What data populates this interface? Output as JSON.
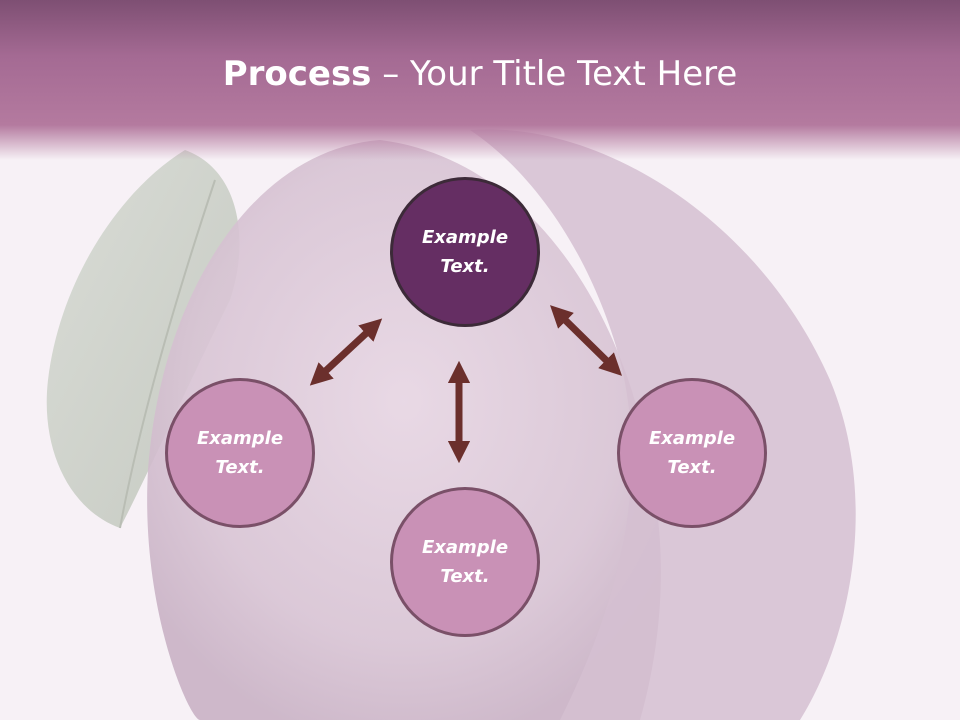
{
  "slide": {
    "title_bold": "Process",
    "title_rest": " – Your Title Text Here"
  },
  "nodes": {
    "top": "Example Text.",
    "left": "Example Text.",
    "bottom": "Example Text.",
    "right": "Example Text."
  },
  "colors": {
    "header": "#a46a93",
    "node_light": "#c991b6",
    "node_dark": "#652e63",
    "arrow": "#6b2f2c"
  }
}
